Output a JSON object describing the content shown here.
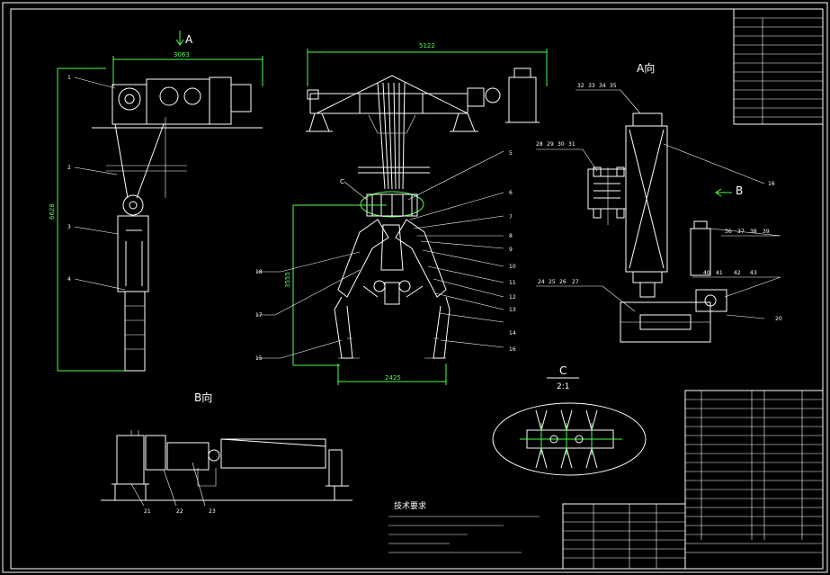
{
  "views": {
    "a_arrow": "A",
    "a_view": "A向",
    "b_arrow": "B",
    "b_view": "B向",
    "c_callout": "C",
    "c_detail": "C",
    "c_scale": "2:1"
  },
  "dimensions": {
    "d3063": "3063",
    "d5122": "5122",
    "d6628": "6628",
    "d3555": "3555",
    "d2425": "2425"
  },
  "tech_requirements": {
    "title": "技术要求"
  },
  "part_numbers": {
    "left": [
      "1",
      "2",
      "3",
      "4"
    ],
    "center_left": [
      "18",
      "17",
      "15"
    ],
    "center_right": [
      "5",
      "6",
      "7",
      "8",
      "9",
      "10",
      "11",
      "12",
      "13",
      "14",
      "16"
    ],
    "a_view_top": [
      "32",
      "33",
      "34",
      "35"
    ],
    "a_view_mid": [
      "28",
      "29",
      "30",
      "31"
    ],
    "a_view_right": [
      "16"
    ],
    "a_view_motor": [
      "36",
      "37",
      "38",
      "39"
    ],
    "a_view_gear": [
      "40",
      "41",
      "42",
      "43"
    ],
    "a_view_base": [
      "24",
      "25",
      "26",
      "27"
    ],
    "a_view_20": "20",
    "b_view": [
      "21",
      "22",
      "23"
    ]
  }
}
